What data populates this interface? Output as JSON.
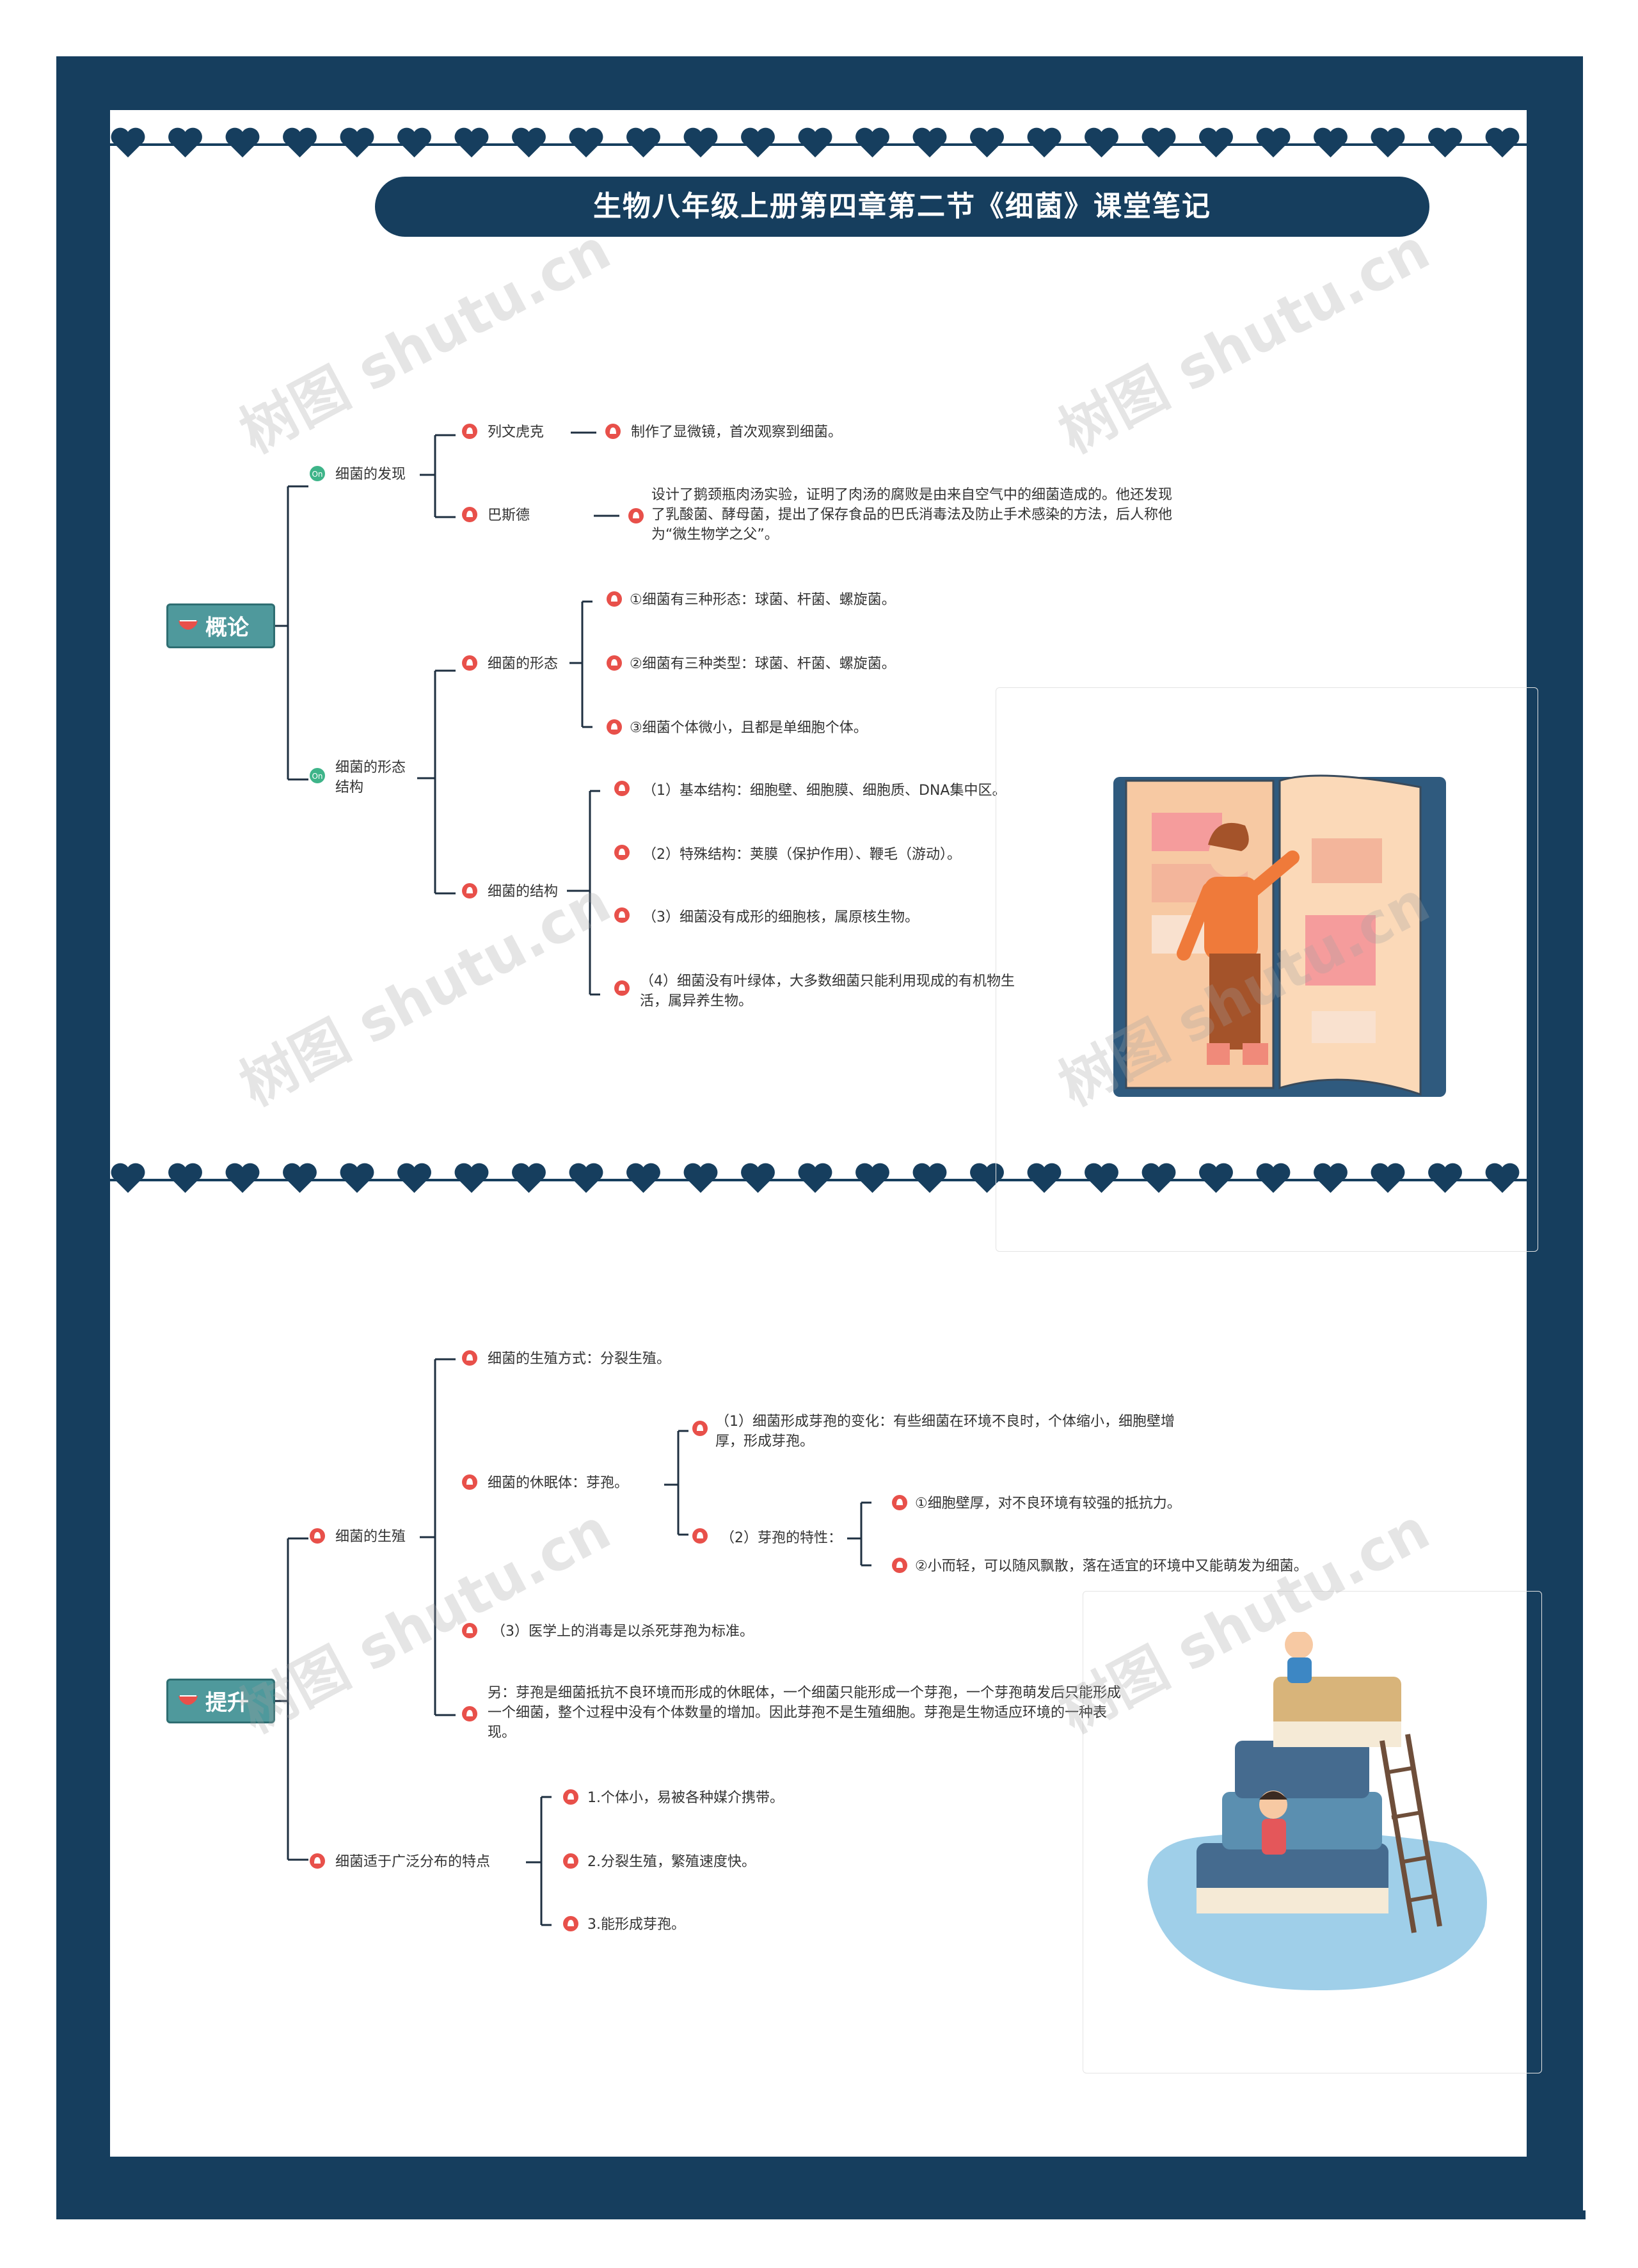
{
  "title": "生物八年级上册第四章第二节《细菌》课堂笔记",
  "watermark": "树图 shutu.cn",
  "colors": {
    "frame": "#163e5e",
    "main_node": "#4f999c",
    "icon_red": "#e8504a",
    "icon_green": "#3eb489",
    "line": "#1e2f40"
  },
  "sections": [
    {
      "label": "概论",
      "branches": [
        {
          "label": "细菌的发现",
          "icon": "green-circle-icon",
          "children": [
            {
              "label": "列文虎克",
              "note": "制作了显微镜，首次观察到细菌。"
            },
            {
              "label": "巴斯德",
              "note": "设计了鹅颈瓶肉汤实验，证明了肉汤的腐败是由来自空气中的细菌造成的。他还发现了乳酸菌、酵母菌，提出了保存食品的巴氏消毒法及防止手术感染的方法，后人称他为“微生物学之父”。"
            }
          ]
        },
        {
          "label": "细菌的形态结构",
          "icon": "green-circle-icon",
          "children": [
            {
              "label": "细菌的形态",
              "items": [
                "①细菌有三种形态：球菌、杆菌、螺旋菌。",
                "②细菌有三种类型：球菌、杆菌、螺旋菌。",
                "③细菌个体微小，且都是单细胞个体。"
              ]
            },
            {
              "label": "细菌的结构",
              "items": [
                "（1）基本结构：细胞壁、细胞膜、细胞质、DNA集中区。",
                "（2）特殊结构：荚膜（保护作用）、鞭毛（游动）。",
                "（3）细菌没有成形的细胞核，属原核生物。",
                "（4）细菌没有叶绿体，大多数细菌只能利用现成的有机物生活，属异养生物。"
              ]
            }
          ]
        }
      ]
    },
    {
      "label": "提升",
      "branches": [
        {
          "label": "细菌的生殖",
          "children": [
            {
              "label": "细菌的生殖方式：分裂生殖。"
            },
            {
              "label": "细菌的休眠体：芽孢。",
              "children": [
                {
                  "label": "（1）细菌形成芽孢的变化：有些细菌在环境不良时，个体缩小，细胞壁增厚，形成芽孢。"
                },
                {
                  "label": "（2）芽孢的特性：",
                  "items": [
                    "①细胞壁厚，对不良环境有较强的抵抗力。",
                    "②小而轻，可以随风飘散，落在适宜的环境中又能萌发为细菌。"
                  ]
                }
              ]
            },
            {
              "label": "（3）医学上的消毒是以杀死芽孢为标准。"
            },
            {
              "label": "另：芽孢是细菌抵抗不良环境而形成的休眠体，一个细菌只能形成一个芽孢，一个芽孢萌发后只能形成一个细菌，整个过程中没有个体数量的增加。因此芽孢不是生殖细胞。芽孢是生物适应环境的一种表现。"
            }
          ]
        },
        {
          "label": "细菌适于广泛分布的特点",
          "items": [
            "1.个体小，易被各种媒介携带。",
            "2.分裂生殖，繁殖速度快。",
            "3.能形成芽孢。"
          ]
        }
      ]
    }
  ]
}
